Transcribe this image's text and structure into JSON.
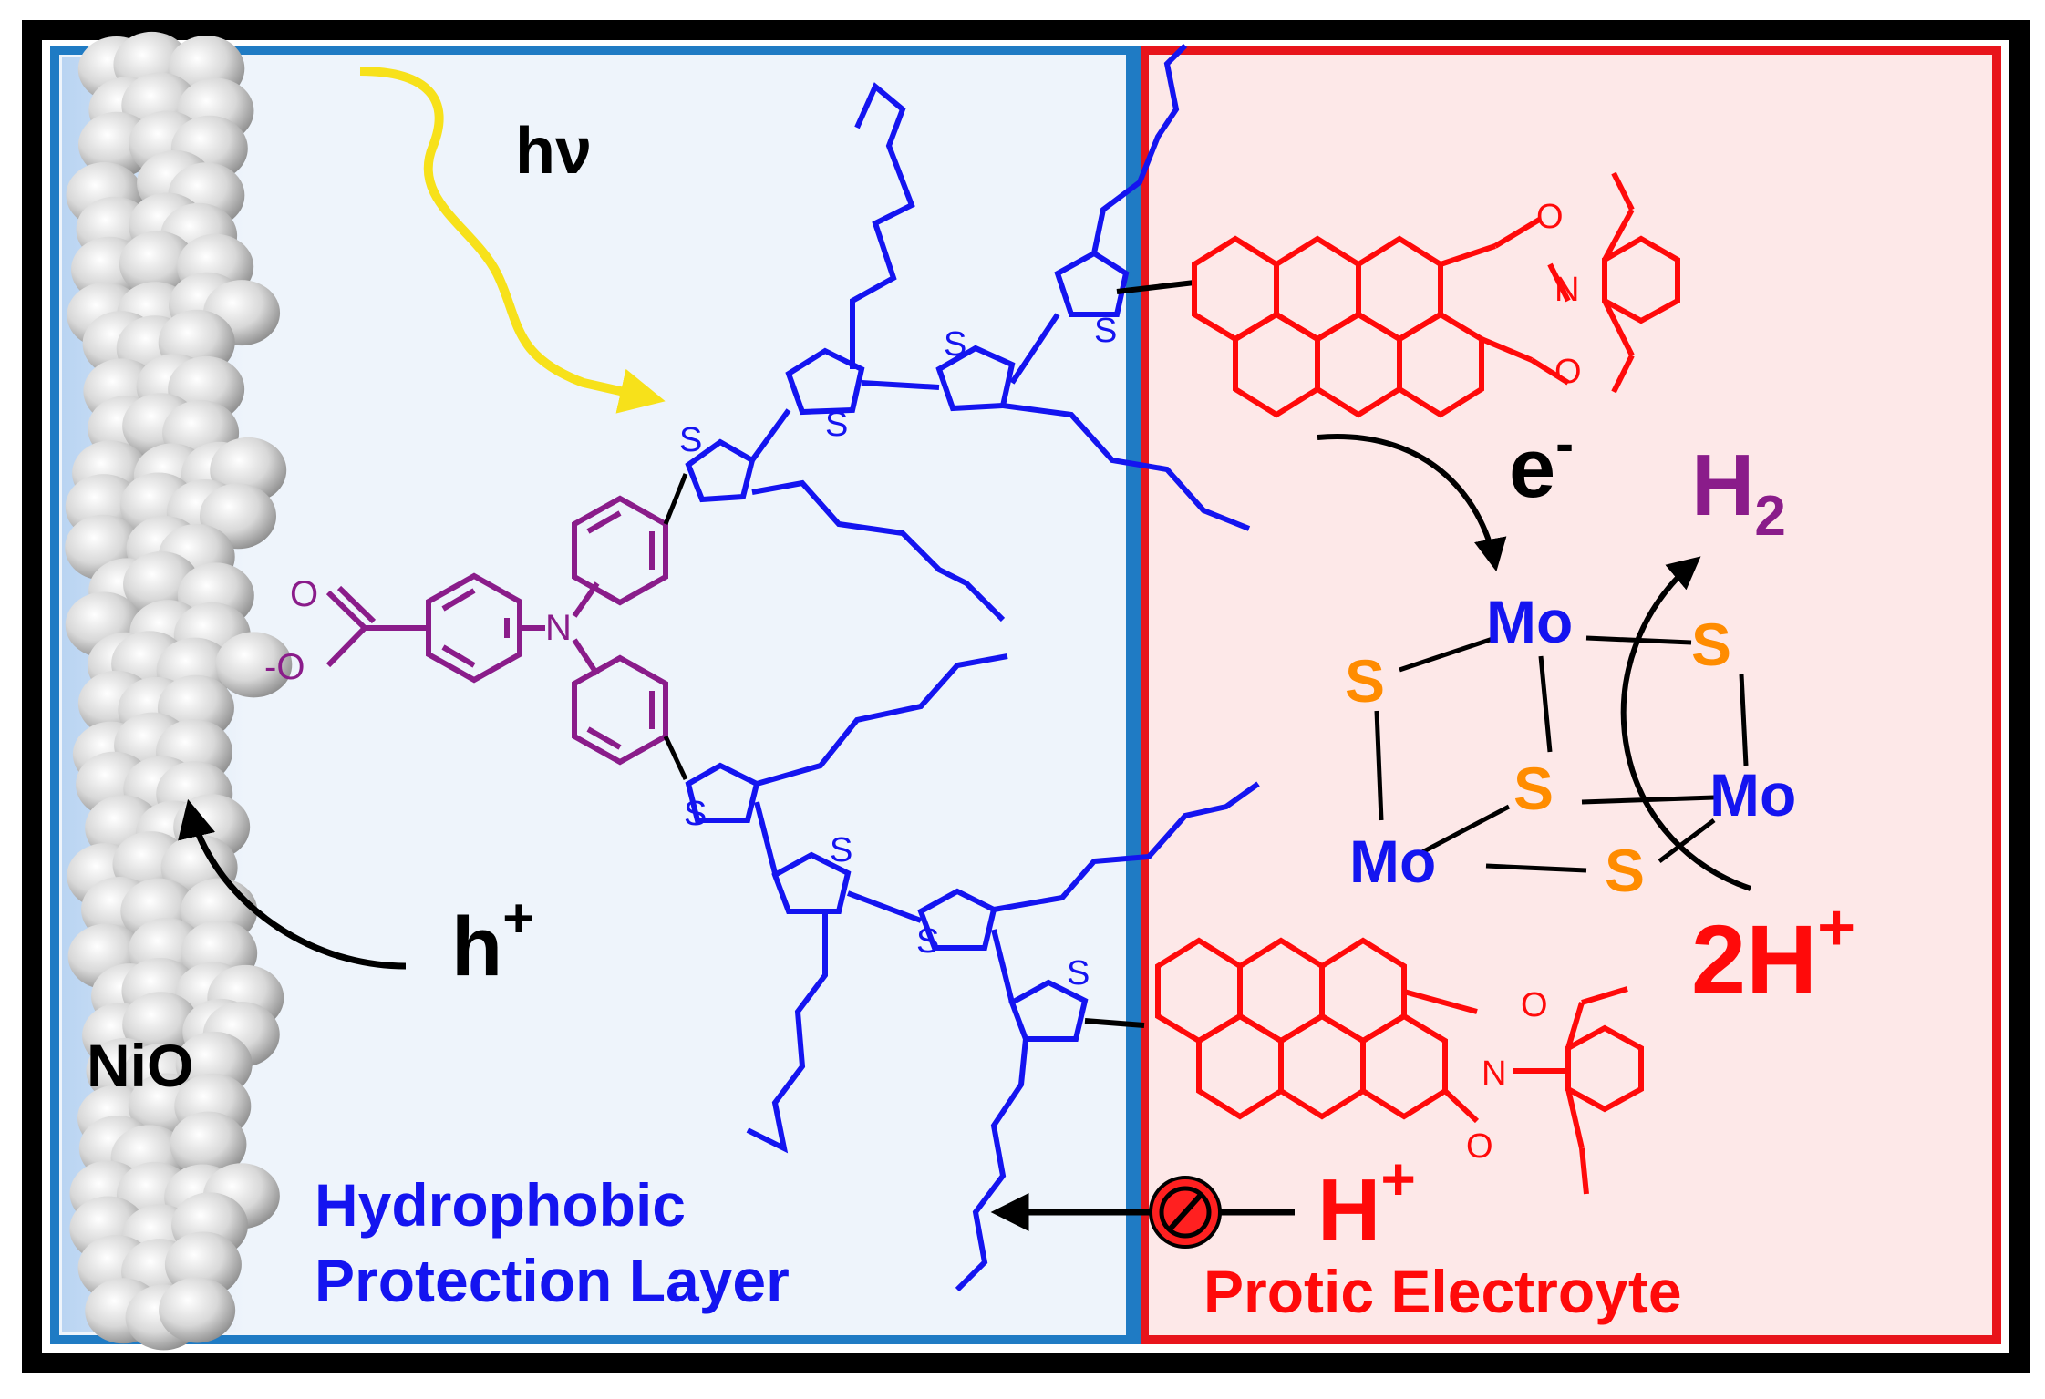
{
  "labels": {
    "photon": "hν",
    "electron": "e",
    "electron_sup": "-",
    "hole": "h",
    "hole_sup": "+",
    "nio": "NiO",
    "h2": "H",
    "h2_sub": "2",
    "two_h_plus": "2H",
    "two_h_plus_sup": "+",
    "h_plus": "H",
    "h_plus_sup": "+",
    "layer_line1": "Hydrophobic",
    "layer_line2": "Protection Layer",
    "electrolyte": "Protic Electroyte",
    "mo": "Mo",
    "s": "S",
    "n": "N",
    "o": "O",
    "o_minus": "-O"
  },
  "colors": {
    "frame": "#000000",
    "left_panel_bg": "#eef4fb",
    "left_panel_edge": "#1f7bc4",
    "right_panel_bg": "#fde8e8",
    "right_panel_edge": "#e8141b",
    "polymer": "#1414f0",
    "triphenylamine": "#8a1c8a",
    "perylene": "#ff0a0a",
    "sulfur": "#ff8c00",
    "molybdenum": "#1414f0",
    "photon_arrow": "#f7e11a",
    "nio_beads": "#d6d6d6",
    "h2": "#8a1c8a"
  }
}
